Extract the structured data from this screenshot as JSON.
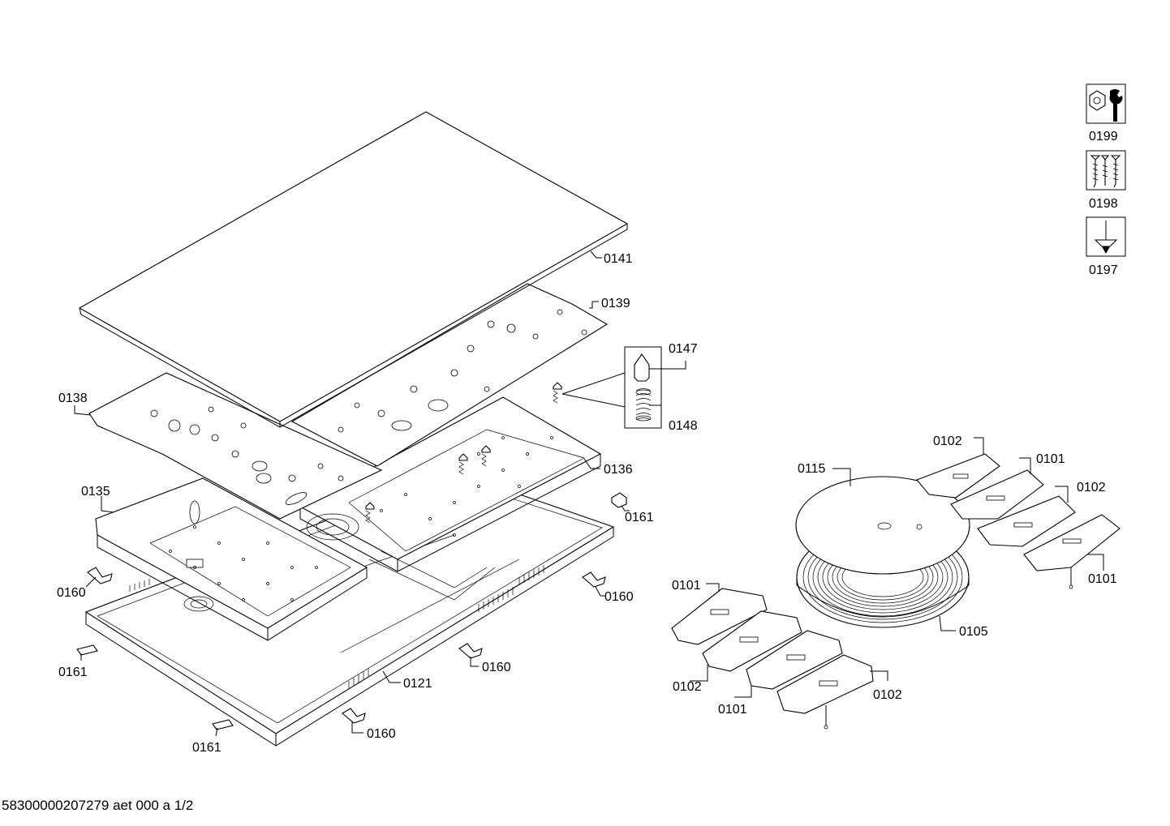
{
  "labels": {
    "l0141": "0141",
    "l0139": "0139",
    "l0147": "0147",
    "l0148": "0148",
    "l0138": "0138",
    "l0136": "0136",
    "l0135": "0135",
    "l0161a": "0161",
    "l0160a": "0160",
    "l0160b": "0160",
    "l0161b": "0161",
    "l0121": "0121",
    "l0160c": "0160",
    "l0161c": "0161",
    "l0160d": "0160",
    "l0102a": "0102",
    "l0101a": "0101",
    "l0115": "0115",
    "l0102b": "0102",
    "l0101b": "0101",
    "l0101c": "0101",
    "l0105": "0105",
    "l0102c": "0102",
    "l0101d": "0101",
    "l0102d": "0102",
    "l0199": "0199",
    "l0198": "0198",
    "l0197": "0197"
  },
  "icons": [
    "nut-wrench-icon",
    "screws-icon",
    "screwdriver-icon"
  ],
  "footer": "58300000207279 aet 000 a 1/2"
}
